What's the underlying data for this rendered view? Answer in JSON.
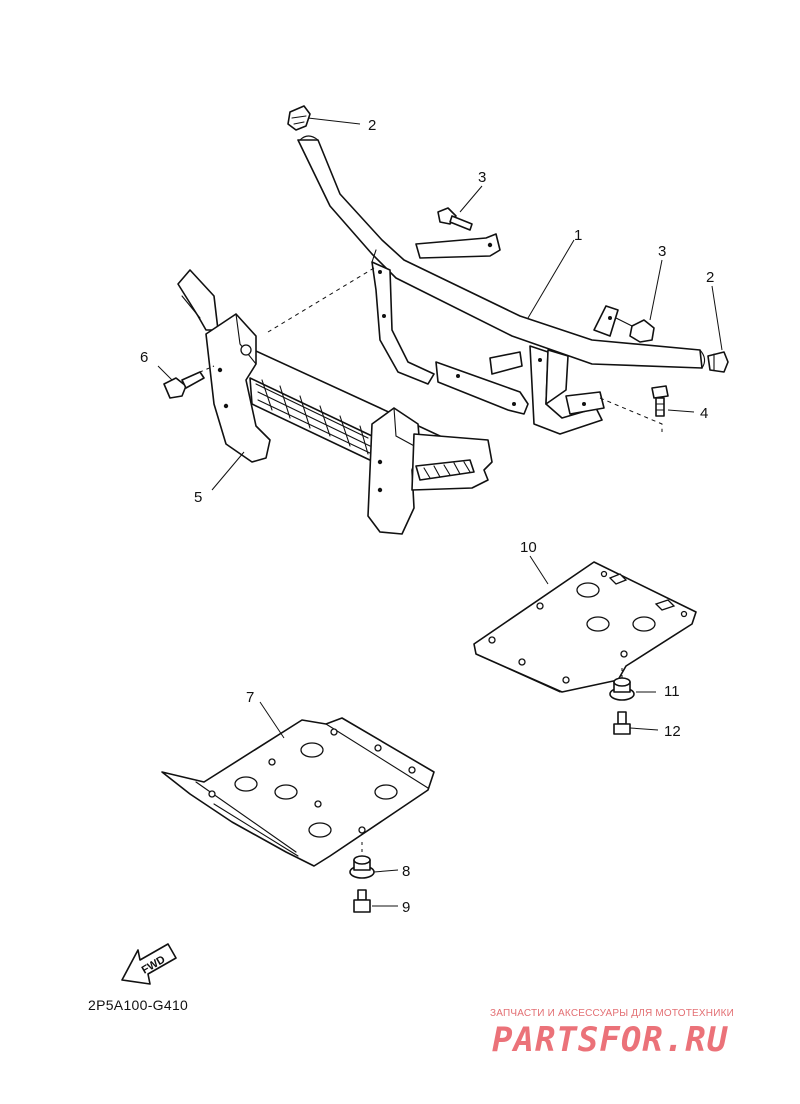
{
  "diagram": {
    "code": "2P5A100-G410",
    "fwd_label": "FWD",
    "callouts": {
      "c1": "1",
      "c2a": "2",
      "c2b": "2",
      "c3a": "3",
      "c3b": "3",
      "c4": "4",
      "c5": "5",
      "c6": "6",
      "c7": "7",
      "c8": "8",
      "c9": "9",
      "c10": "10",
      "c11": "11",
      "c12": "12"
    }
  },
  "watermark": {
    "tagline": "ЗАПЧАСТИ И АКСЕССУАРЫ ДЛЯ МОТОТЕХНИКИ",
    "logo": "PARTSFOR.RU"
  }
}
